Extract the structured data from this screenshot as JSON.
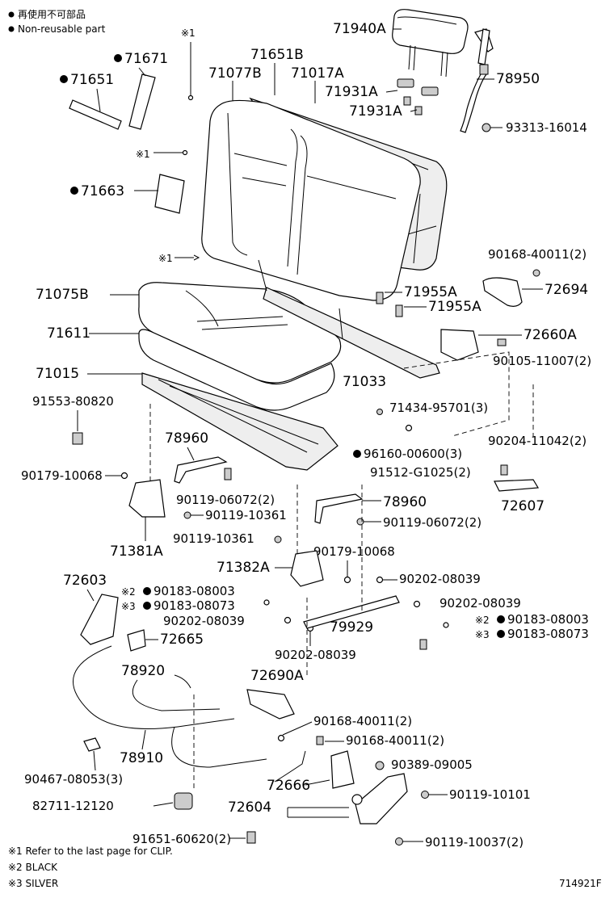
{
  "legend": {
    "bullet_jp": "再使用不可部品",
    "bullet_en": "Non-reusable part"
  },
  "footnotes": [
    "※1 Refer to the last page for CLIP.",
    "※2 BLACK",
    "※3 SILVER"
  ],
  "figure_code": "714921F",
  "clip_ref": "※1",
  "note_2": "※2",
  "note_3": "※3",
  "parts": {
    "p71940A": "71940A",
    "p71651B": "71651B",
    "p71671": "71671",
    "p71651": "71651",
    "p71077B": "71077B",
    "p71017A": "71017A",
    "p71931A_1": "71931A",
    "p71931A_2": "71931A",
    "p78950": "78950",
    "p93313": "93313-16014",
    "p71663": "71663",
    "p90168_40011_2a": "90168-40011(2)",
    "p72694": "72694",
    "p71955A_1": "71955A",
    "p71955A_2": "71955A",
    "p71075B": "71075B",
    "p72660A": "72660A",
    "p71611": "71611",
    "p90105": "90105-11007(2)",
    "p71015": "71015",
    "p71033": "71033",
    "p91553": "91553-80820",
    "p71434": "71434-95701(3)",
    "p90204": "90204-11042(2)",
    "p78960_1": "78960",
    "p96160": "96160-00600(3)",
    "p90179_1": "90179-10068",
    "p91512": "91512-G1025(2)",
    "p90119_06072_a": "90119-06072(2)",
    "p72607": "72607",
    "p90119_10361_a": "90119-10361",
    "p78960_2": "78960",
    "p90119_06072_b": "90119-06072(2)",
    "p71381A": "71381A",
    "p90119_10361_b": "90119-10361",
    "p90179_2": "90179-10068",
    "p71382A": "71382A",
    "p72603": "72603",
    "p90183_08003_a": "90183-08003",
    "p90183_08073_a": "90183-08073",
    "p90202_a": "90202-08039",
    "p90202_b": "90202-08039",
    "p90202_c": "90202-08039",
    "p90202_d": "90202-08039",
    "p72665": "72665",
    "p79929": "79929",
    "p90183_08003_b": "90183-08003",
    "p90183_08073_b": "90183-08073",
    "p78920": "78920",
    "p72690A": "72690A",
    "p90168_40011_2b": "90168-40011(2)",
    "p90168_40011_2c": "90168-40011(2)",
    "p78910": "78910",
    "p90389": "90389-09005",
    "p90467": "90467-08053(3)",
    "p72666": "72666",
    "p90119_10101": "90119-10101",
    "p82711": "82711-12120",
    "p72604": "72604",
    "p91651": "91651-60620(2)",
    "p90119_10037": "90119-10037(2)"
  }
}
